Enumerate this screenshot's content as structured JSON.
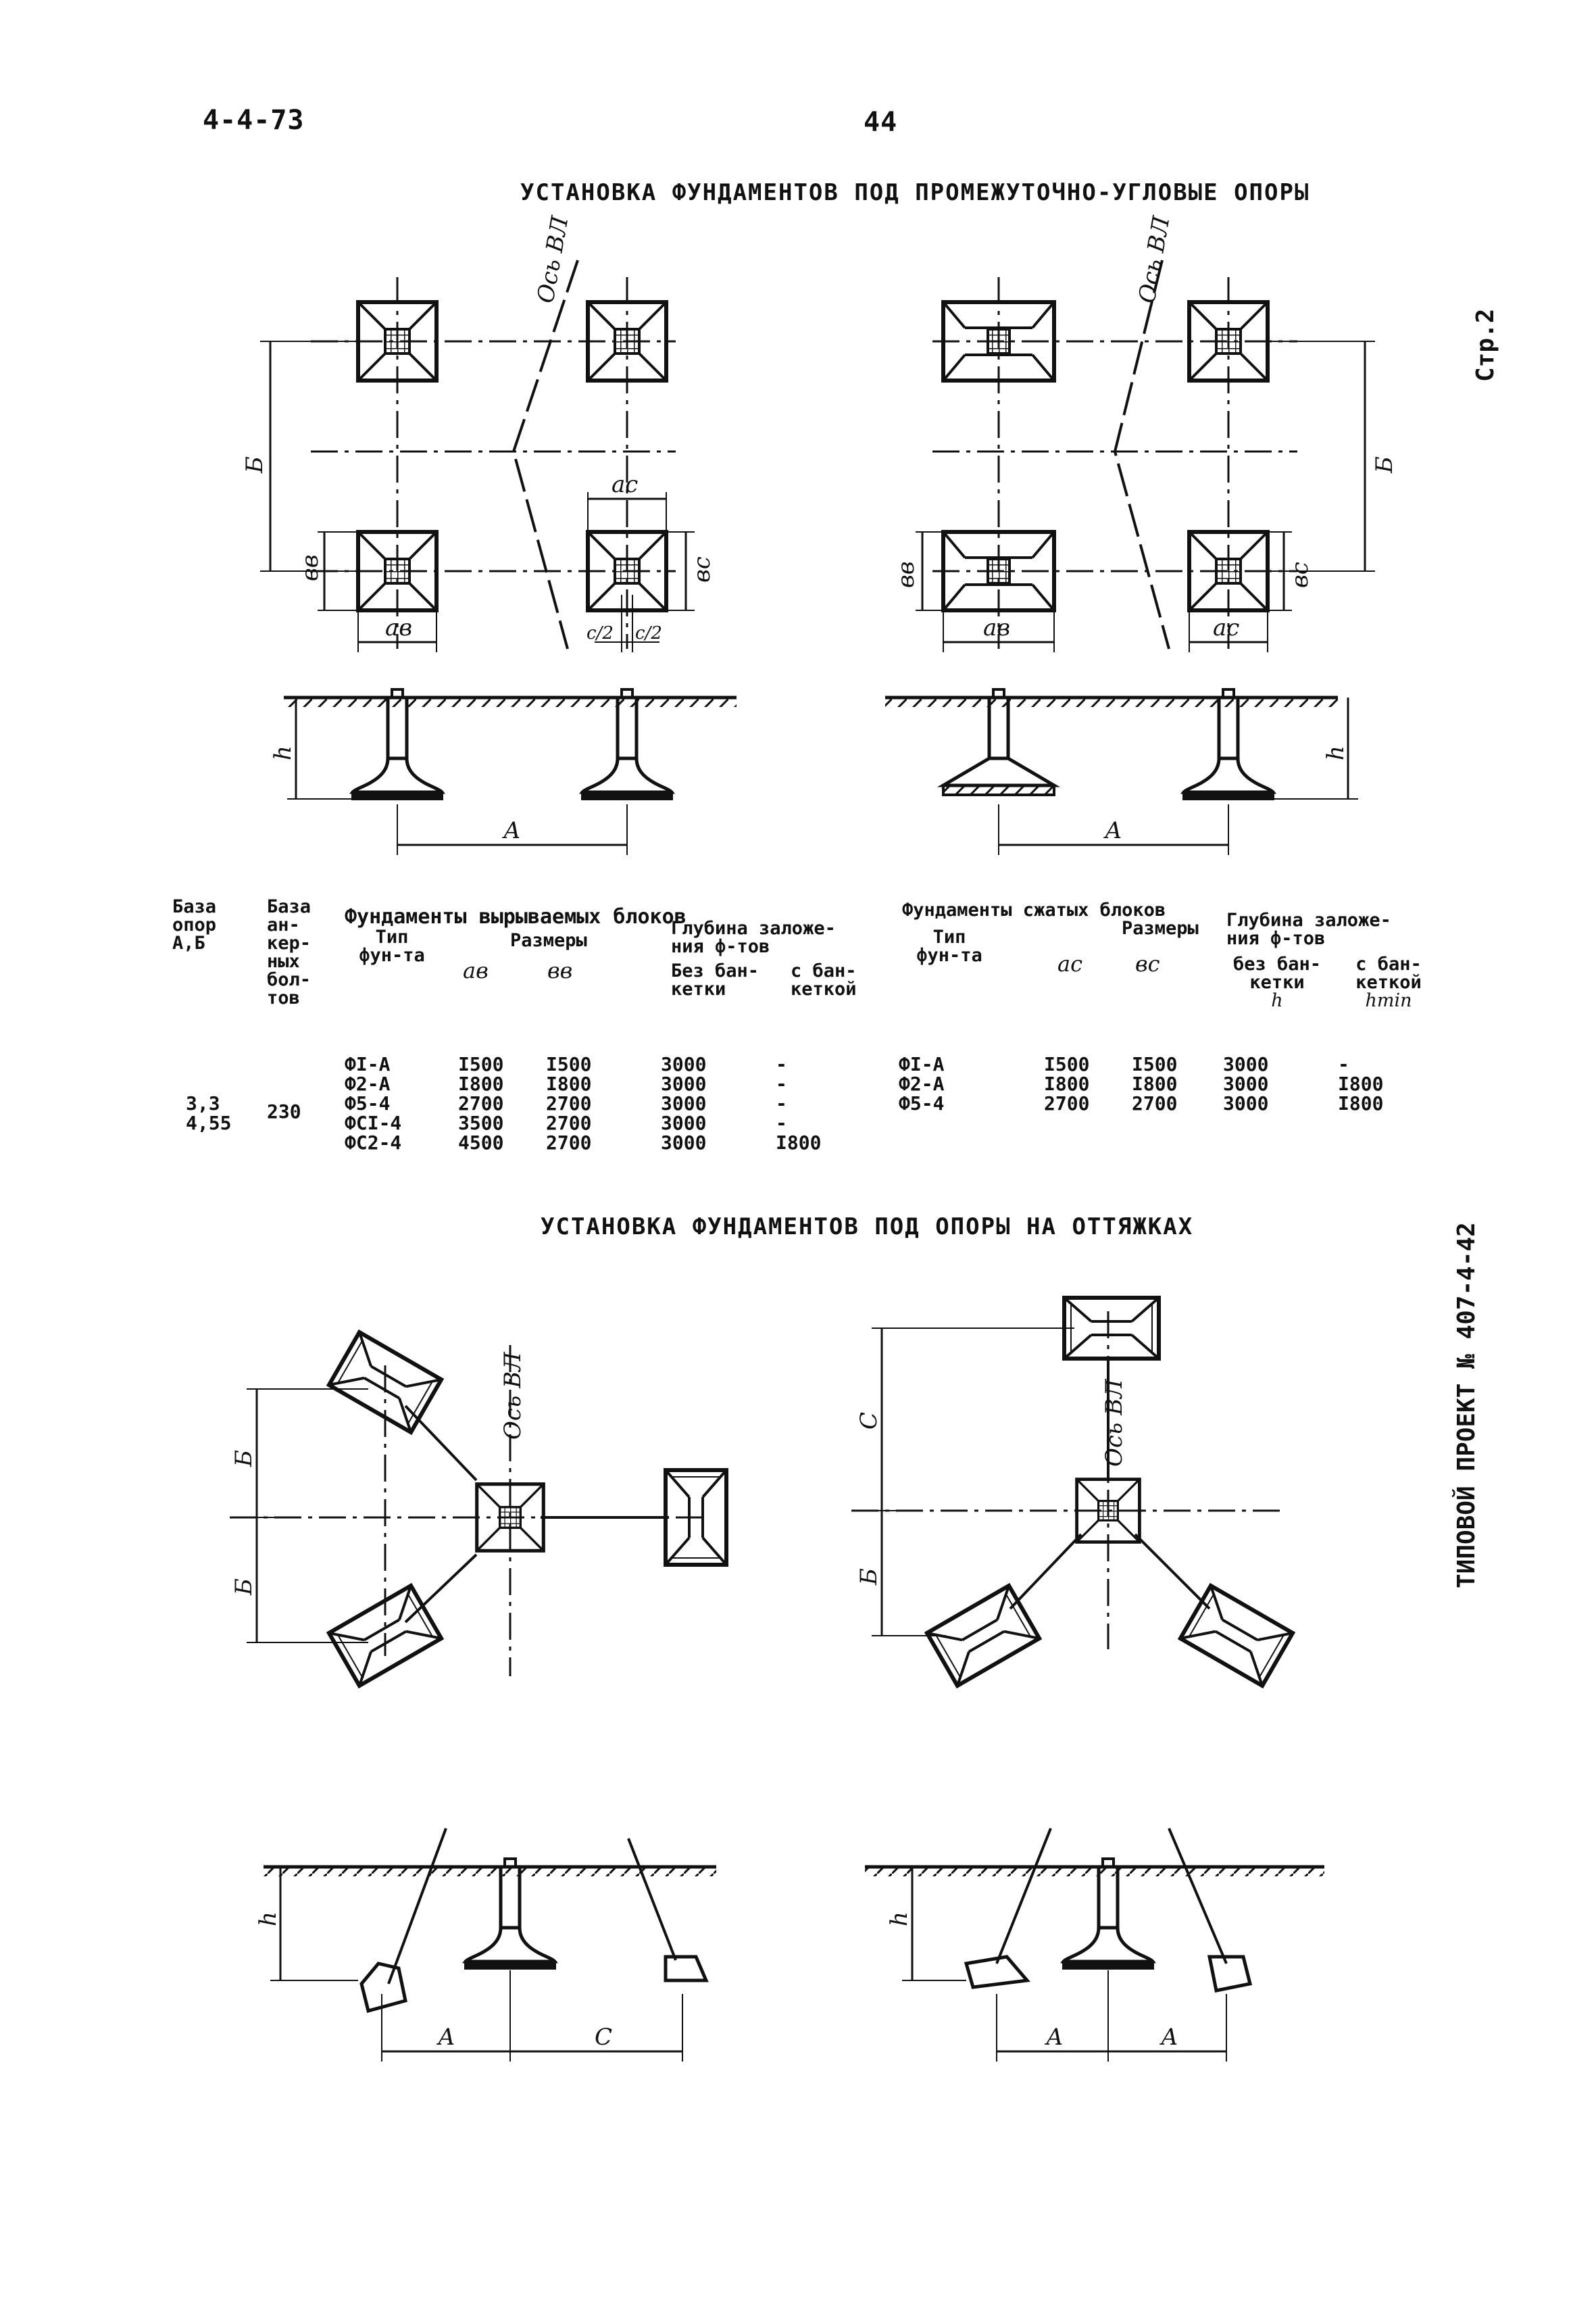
{
  "header": {
    "doc_code": "4-4-73",
    "page_number": "44",
    "side_page": "Стр.2",
    "side_project": "ТИПОВОЙ ПРОЕКТ № 407-4-42"
  },
  "section1": {
    "title": "УСТАНОВКА ФУНДАМЕНТОВ ПОД ПРОМЕЖУТОЧНО-УГЛОВЫЕ ОПОРЫ",
    "labels": {
      "axis": "Ось ВЛ",
      "b": "Б",
      "ac": "ac",
      "bc": "вc",
      "bv": "вв",
      "av": "ав",
      "c_half": "c/2",
      "h": "h",
      "a": "А"
    }
  },
  "table": {
    "headers": {
      "base_supports": [
        "База",
        "опор",
        "А,Б"
      ],
      "base_anchor": [
        "База",
        "ан-",
        "кер-",
        "ных",
        "бол-",
        "тов"
      ],
      "pull_group": "Фундаменты вырываемых блоков",
      "type": [
        "Тип",
        "фун-та"
      ],
      "sizes": "Размеры",
      "av": "ав",
      "bv": "вв",
      "depth": [
        "Глубина заложе-",
        "ния ф-тов"
      ],
      "no_concrete": [
        "Без бан-",
        "кетки"
      ],
      "with_concrete": [
        "с бан-",
        "кеткой"
      ],
      "comp_group": "Фундаменты сжатых блоков",
      "comp_type": [
        "Тип",
        "фун-та"
      ],
      "comp_sizes": "Размеры",
      "ac": "ac",
      "bc": "вc",
      "comp_depth": [
        "Глубина заложе-",
        "ния ф-тов"
      ],
      "comp_no_concrete": [
        "без бан-",
        "кетки",
        "h"
      ],
      "comp_with_concrete": [
        "с бан-",
        "кеткой",
        "hmin"
      ]
    },
    "base_values": [
      "3,3",
      "4,55"
    ],
    "anchor_value": "230",
    "pull_rows": [
      {
        "type": "ФI-А",
        "av": "I500",
        "bv": "I500",
        "d1": "3000",
        "d2": "-"
      },
      {
        "type": "Ф2-А",
        "av": "I800",
        "bv": "I800",
        "d1": "3000",
        "d2": "-"
      },
      {
        "type": "Ф5-4",
        "av": "2700",
        "bv": "2700",
        "d1": "3000",
        "d2": "-"
      },
      {
        "type": "ФСI-4",
        "av": "3500",
        "bv": "2700",
        "d1": "3000",
        "d2": "-"
      },
      {
        "type": "ФС2-4",
        "av": "4500",
        "bv": "2700",
        "d1": "3000",
        "d2": "I800"
      }
    ],
    "comp_rows": [
      {
        "type": "ФI-А",
        "ac": "I500",
        "bc": "I500",
        "h": "3000",
        "hmin": "-"
      },
      {
        "type": "Ф2-А",
        "ac": "I800",
        "bc": "I800",
        "h": "3000",
        "hmin": "I800"
      },
      {
        "type": "Ф5-4",
        "ac": "2700",
        "bc": "2700",
        "h": "3000",
        "hmin": "I800"
      }
    ]
  },
  "section2": {
    "title": "УСТАНОВКА ФУНДАМЕНТОВ ПОД ОПОРЫ НА ОТТЯЖКАХ",
    "labels": {
      "axis": "Ось ВЛ",
      "b": "Б",
      "h": "h",
      "a": "А",
      "c": "С"
    }
  }
}
